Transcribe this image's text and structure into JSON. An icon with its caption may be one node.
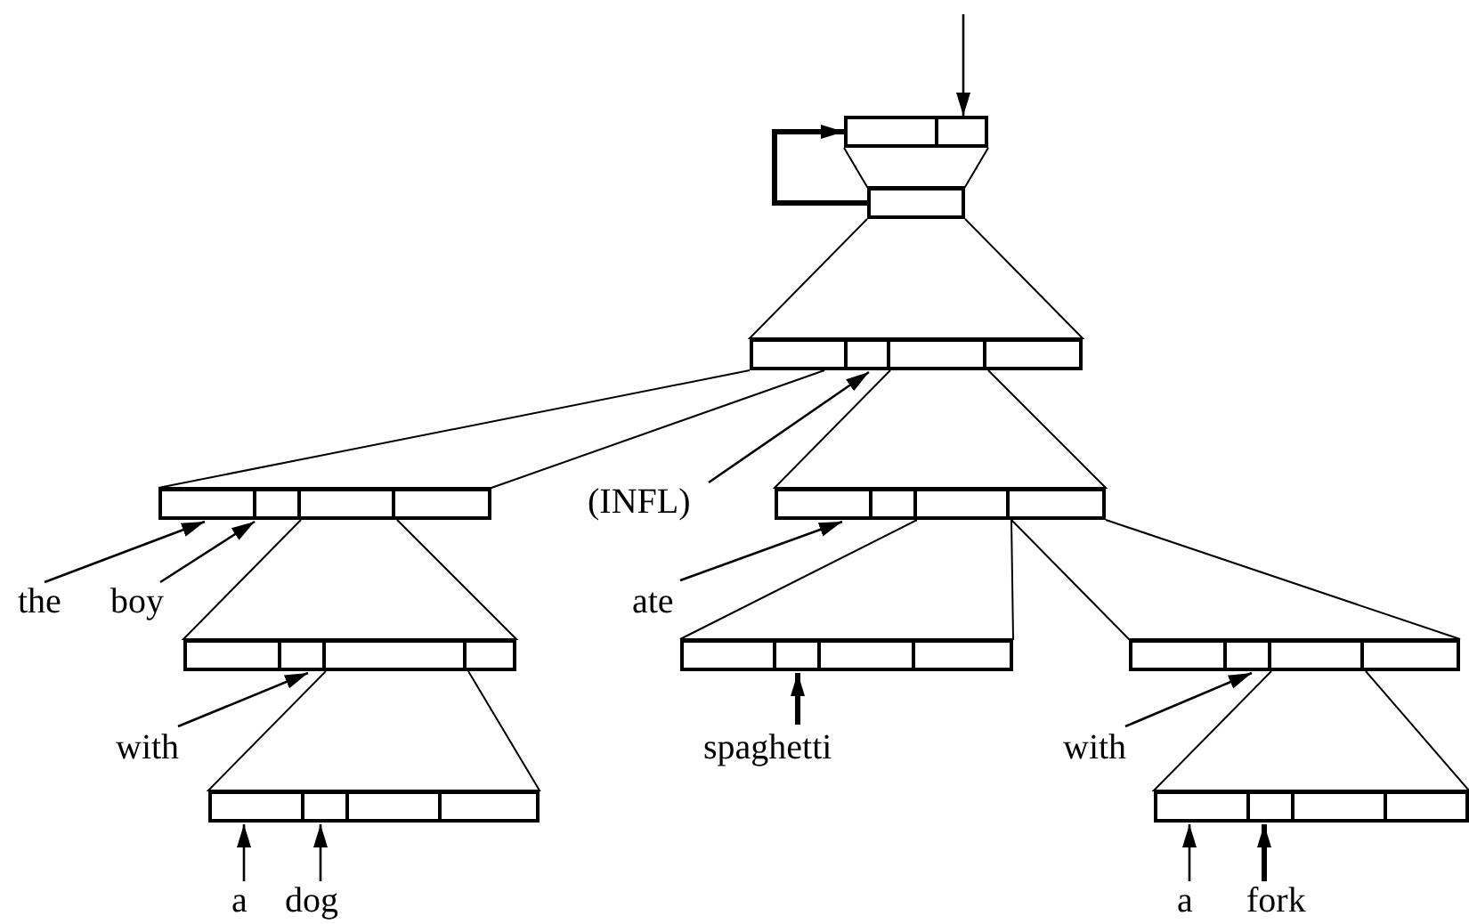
{
  "diagram": {
    "nodes": [
      {
        "text": [],
        "shape": "box"
      },
      {
        "text": [],
        "shape": "box"
      },
      {
        "text": [],
        "shape": "box"
      },
      {
        "text": [
          "(INFL)"
        ]
      },
      {
        "text": [],
        "shape": "box"
      },
      {
        "text": [],
        "shape": "box"
      },
      {
        "text": [
          "the"
        ]
      },
      {
        "text": [
          "boy"
        ]
      },
      {
        "text": [
          "ate"
        ]
      },
      {
        "text": [],
        "shape": "box"
      },
      {
        "text": [],
        "shape": "box"
      },
      {
        "text": [],
        "shape": "box"
      },
      {
        "text": [
          "with"
        ]
      },
      {
        "text": [
          "spaghetti"
        ]
      },
      {
        "text": [
          "with"
        ]
      },
      {
        "text": [],
        "shape": "box"
      },
      {
        "text": [],
        "shape": "box"
      },
      {
        "text": [
          "a"
        ]
      },
      {
        "text": [
          "dog"
        ]
      },
      {
        "text": [
          "a"
        ]
      },
      {
        "text": [
          "fork"
        ]
      }
    ],
    "edges": [
      {
        "from": null,
        "to": 0,
        "arrow": "to"
      },
      {
        "from": 1,
        "to": 0,
        "arrow": "to",
        "style": "thick"
      },
      {
        "from": 0,
        "to": 1,
        "arrow": "none"
      },
      {
        "from": 1,
        "to": 2,
        "arrow": "none"
      },
      {
        "from": 2,
        "to": 4,
        "arrow": "none"
      },
      {
        "from": 3,
        "to": 2,
        "arrow": "to"
      },
      {
        "from": 2,
        "to": 5,
        "arrow": "none"
      },
      {
        "from": 6,
        "to": 4,
        "arrow": "to"
      },
      {
        "from": 7,
        "to": 4,
        "arrow": "to"
      },
      {
        "from": 8,
        "to": 5,
        "arrow": "to"
      },
      {
        "from": 4,
        "to": 9,
        "arrow": "none"
      },
      {
        "from": 5,
        "to": 10,
        "arrow": "none"
      },
      {
        "from": 5,
        "to": 11,
        "arrow": "none"
      },
      {
        "from": 12,
        "to": 9,
        "arrow": "to"
      },
      {
        "from": 13,
        "to": 10,
        "arrow": "to",
        "style": "thick"
      },
      {
        "from": 9,
        "to": 15,
        "arrow": "none"
      },
      {
        "from": 14,
        "to": 11,
        "arrow": "to"
      },
      {
        "from": 11,
        "to": 16,
        "arrow": "none"
      },
      {
        "from": 17,
        "to": 15,
        "arrow": "to"
      },
      {
        "from": 18,
        "to": 15,
        "arrow": "to"
      },
      {
        "from": 19,
        "to": 16,
        "arrow": "to"
      },
      {
        "from": 20,
        "to": 16,
        "arrow": "to",
        "style": "thick"
      }
    ]
  }
}
